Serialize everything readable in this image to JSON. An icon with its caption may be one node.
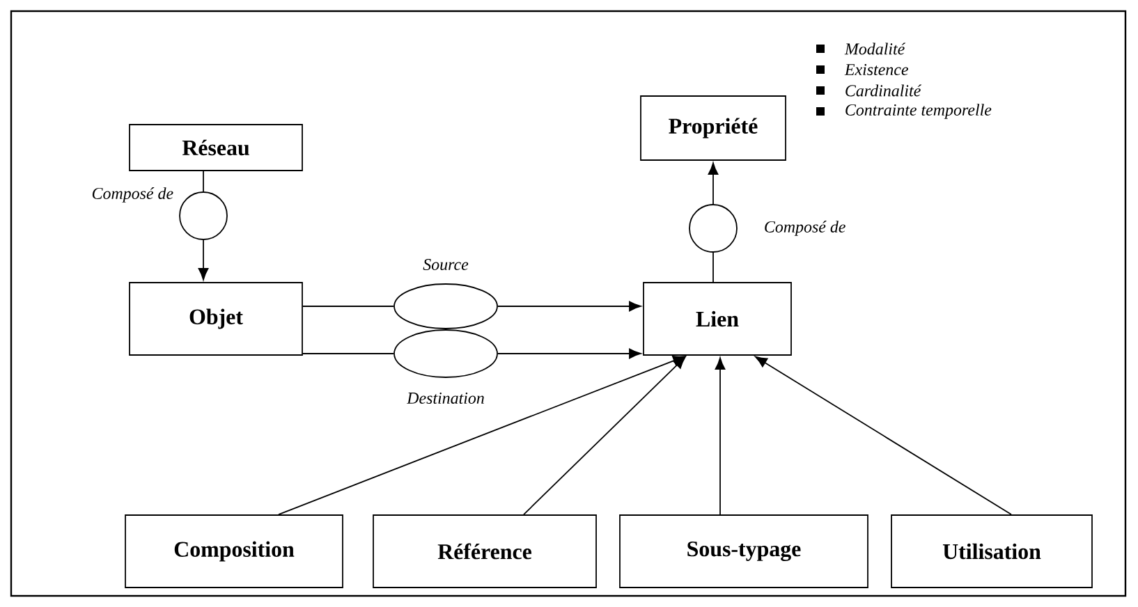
{
  "diagram": {
    "nodes": [
      {
        "text": [
          "Réseau"
        ]
      },
      {
        "text": [],
        "shape": "circle",
        "beside": [
          "Composé de"
        ]
      },
      {
        "text": [
          "Objet"
        ]
      },
      {
        "text": [],
        "shape": "ellipse",
        "beside": [
          "Source"
        ]
      },
      {
        "text": [],
        "shape": "ellipse",
        "beside": [
          "Destination"
        ]
      },
      {
        "text": [
          "Lien"
        ]
      },
      {
        "text": [],
        "shape": "circle",
        "beside": [
          "Composé de"
        ]
      },
      {
        "text": [
          "Propriété"
        ]
      },
      {
        "text": [
          "Composition"
        ]
      },
      {
        "text": [
          "Référence"
        ]
      },
      {
        "text": [
          "Sous-typage"
        ]
      },
      {
        "text": [
          "Utilisation"
        ]
      }
    ],
    "edges": [
      {
        "from": 0,
        "to": 1,
        "arrow": "none"
      },
      {
        "from": 1,
        "to": 2,
        "arrow": "to"
      },
      {
        "from": 2,
        "to": 3,
        "arrow": "none"
      },
      {
        "from": 3,
        "to": 5,
        "arrow": "to"
      },
      {
        "from": 2,
        "to": 4,
        "arrow": "none"
      },
      {
        "from": 4,
        "to": 5,
        "arrow": "to"
      },
      {
        "from": 5,
        "to": 6,
        "arrow": "none"
      },
      {
        "from": 6,
        "to": 7,
        "arrow": "to"
      },
      {
        "from": 8,
        "to": 5,
        "arrow": "to"
      },
      {
        "from": 9,
        "to": 5,
        "arrow": "to"
      },
      {
        "from": 10,
        "to": 5,
        "arrow": "to"
      },
      {
        "from": 11,
        "to": 5,
        "arrow": "to"
      }
    ],
    "labels": [
      "Modalité",
      "Existence",
      "Cardinalité",
      "Contrainte temporelle"
    ]
  }
}
